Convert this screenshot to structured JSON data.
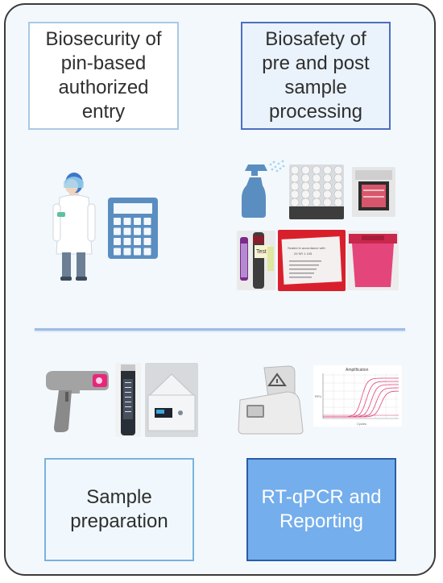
{
  "boxes": {
    "biosecurity": {
      "line1": "Biosecurity of",
      "line2": "pin-based",
      "line3": "authorized",
      "line4": "entry"
    },
    "biosafety": {
      "line1": "Biosafety of",
      "line2": "pre and post",
      "line3": "sample",
      "line4": "processing"
    },
    "sample_prep": {
      "line1": "Sample",
      "line2": "preparation"
    },
    "rtqpcr": {
      "line1": "RT-qPCR and",
      "line2": "Reporting"
    }
  },
  "photos": {
    "sample_tube_label": "Test",
    "bag_label_line1": "Sealed in accordance with",
    "bag_label_line2": "29 SR 1 105",
    "amplification_title": "Amplification",
    "amplification_xlabel": "Cycles",
    "amplification_ylabel": "RFU"
  },
  "colors": {
    "frame_bg": "#f3f8fc",
    "rtqpcr_fill": "#74aeec",
    "divider": "#9fbce4",
    "icon_blue": "#5b8ec0"
  },
  "icons": [
    "scientist-icon",
    "calculator-icon",
    "spray-bottle-icon",
    "barcode-scanner-icon",
    "pcr-machine-icon"
  ]
}
